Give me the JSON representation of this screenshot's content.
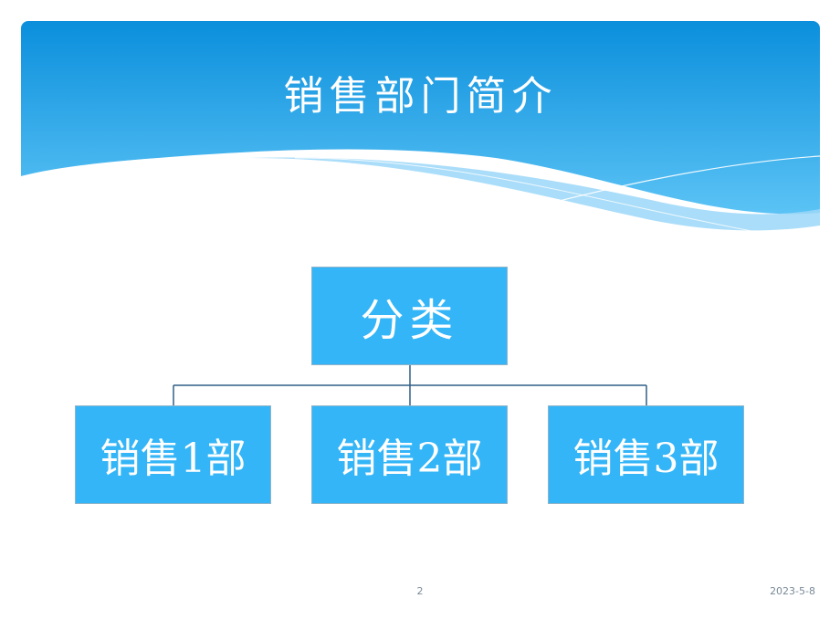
{
  "slide": {
    "title": "销售部门简介",
    "page_number": "2",
    "date": "2023-5-8"
  },
  "org_chart": {
    "root": "分类",
    "children": [
      "销售1部",
      "销售2部",
      "销售3部"
    ]
  },
  "colors": {
    "box_fill": "#33b5f7",
    "box_border": "#8fb4c9",
    "header_top": "#0b8fdc",
    "header_bottom": "#5bc3f5",
    "connector": "#2f5f86"
  }
}
